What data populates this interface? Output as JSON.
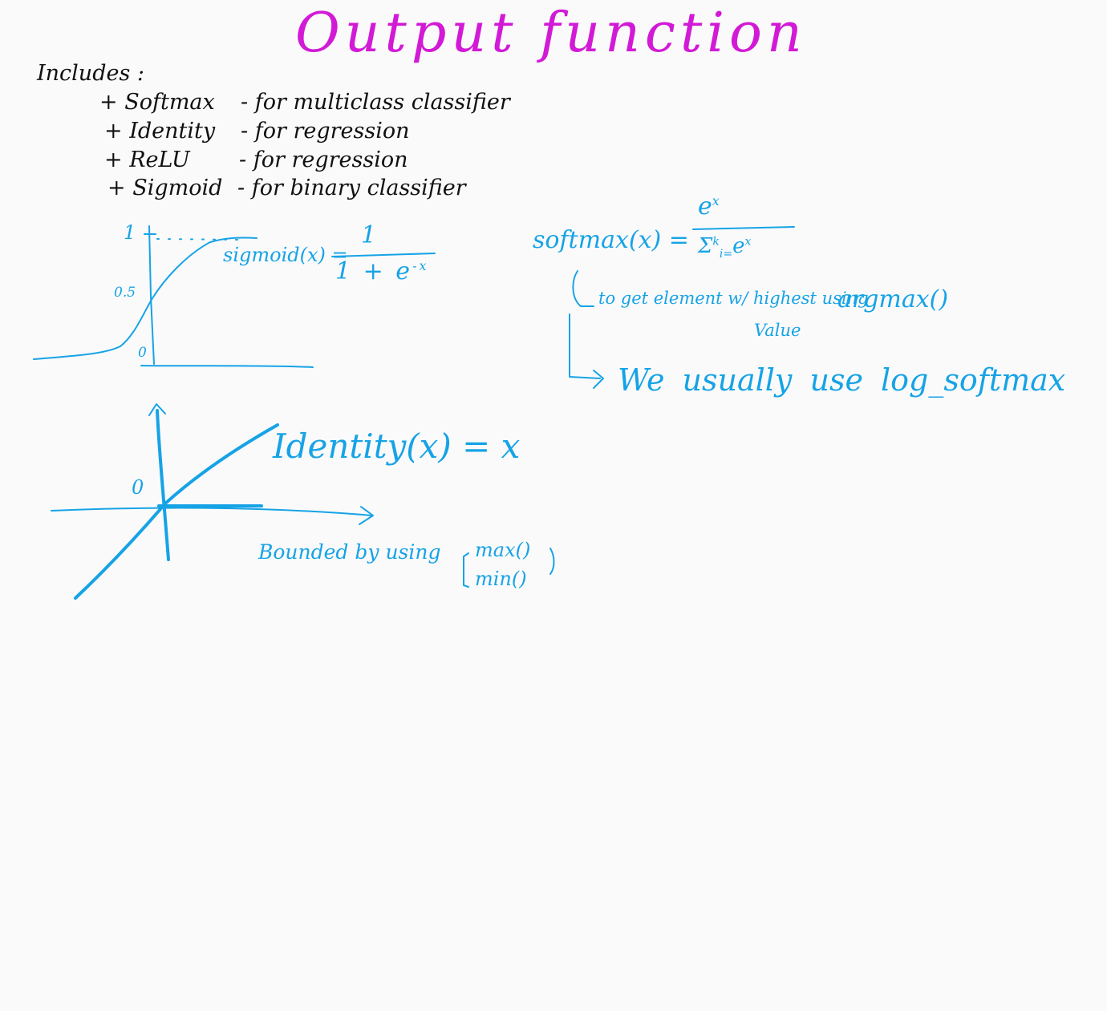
{
  "title": "Output function",
  "includes_label": "Includes :",
  "output_functions": [
    {
      "bullet": "+",
      "name": "Softmax",
      "purpose": "- for multiclass classifier"
    },
    {
      "bullet": "+",
      "name": "Identity",
      "purpose": "- for regression"
    },
    {
      "bullet": "+",
      "name": "ReLU",
      "purpose": "- for regression"
    },
    {
      "bullet": "+",
      "name": "Sigmoid",
      "purpose": "- for binary classifier"
    }
  ],
  "sigmoid": {
    "lhs": "sigmoid(x) =",
    "numerator": "1",
    "denominator": "1 + e",
    "exponent": "-x",
    "ticks": {
      "top": "1",
      "mid": "0.5",
      "zero": "0"
    }
  },
  "identity": {
    "equation": "Identity(x) = x",
    "origin": "0",
    "bounded_label": "Bounded by using",
    "bound_max": "max()",
    "bound_min": "min()"
  },
  "softmax": {
    "lhs": "softmax(x) =",
    "numerator": "e",
    "numerator_exp": "x",
    "denominator": "Σ",
    "denominator_sup": "k",
    "denominator_sub": "i=",
    "denominator_term": "e",
    "denominator_term_exp": "x",
    "argmax_note": "to get element w/ highest",
    "argmax_using": "using",
    "argmax_code": "argmax()",
    "argmax_value": "Value",
    "log_note": "We usually use log_softmax"
  },
  "colors": {
    "title": "#d21ad6",
    "ink_black": "#111111",
    "ink_blue": "#16a3e6"
  }
}
